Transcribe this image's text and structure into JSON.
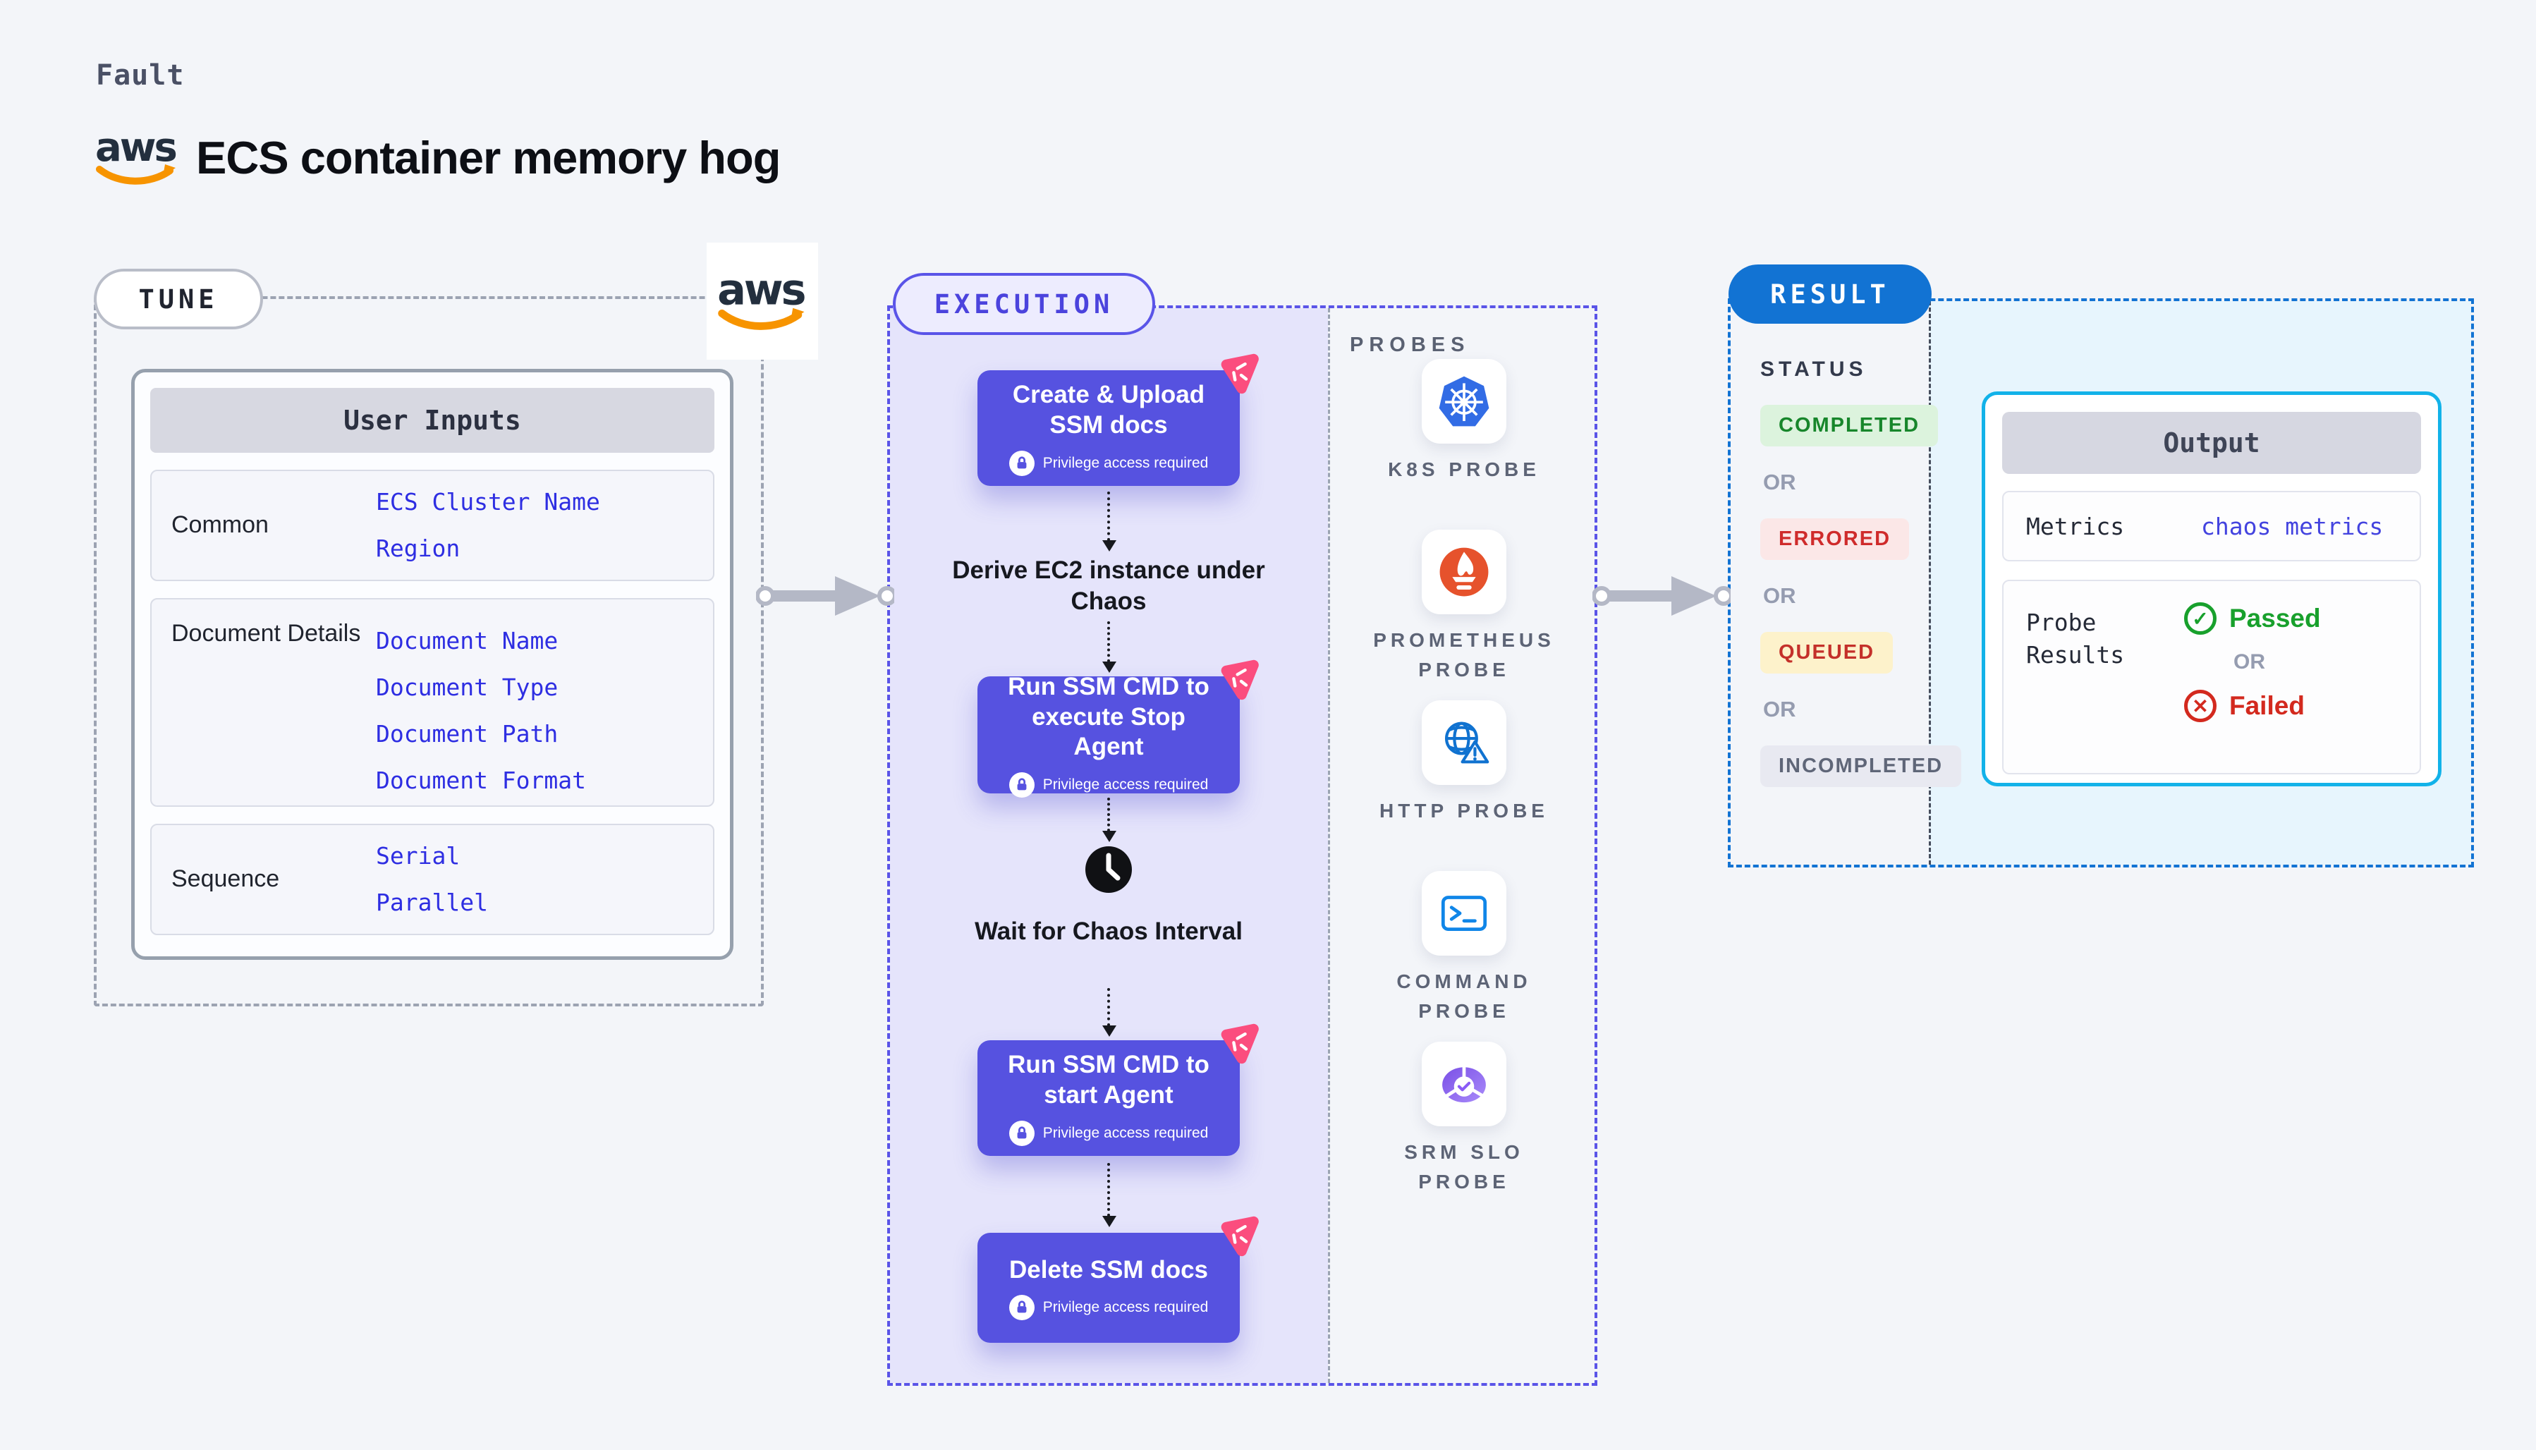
{
  "header": {
    "eyebrow": "Fault",
    "title": "ECS container memory hog",
    "aws_wordmark": "aws"
  },
  "tune": {
    "pill_label": "TUNE",
    "user_inputs": {
      "header": "User Inputs",
      "groups": [
        {
          "label": "Common",
          "values": [
            "ECS Cluster Name",
            "Region"
          ]
        },
        {
          "label": "Document Details",
          "values": [
            "Document Name",
            "Document Type",
            "Document Path",
            "Document Format"
          ]
        },
        {
          "label": "Sequence",
          "values": [
            "Serial",
            "Parallel"
          ]
        }
      ]
    }
  },
  "execution": {
    "pill_label": "EXECUTION",
    "probes_heading": "PROBES",
    "steps": [
      {
        "title": "Create & Upload SSM docs",
        "badge": "Privilege access required"
      },
      {
        "title": "Run SSM CMD to execute Stop Agent",
        "badge": "Privilege access required"
      },
      {
        "title": "Run SSM CMD to start Agent",
        "badge": "Privilege access required"
      },
      {
        "title": "Delete SSM docs",
        "badge": "Privilege access required"
      }
    ],
    "annotations": [
      "Derive EC2 instance under Chaos",
      "Wait for Chaos Interval"
    ],
    "probes": [
      {
        "label": "K8S PROBE",
        "icon": "kubernetes-icon"
      },
      {
        "label": "PROMETHEUS PROBE",
        "icon": "prometheus-icon"
      },
      {
        "label": "HTTP PROBE",
        "icon": "http-globe-warning-icon"
      },
      {
        "label": "COMMAND PROBE",
        "icon": "command-terminal-icon"
      },
      {
        "label": "SRM SLO PROBE",
        "icon": "srm-slo-gauge-icon"
      }
    ]
  },
  "result": {
    "pill_label": "RESULT",
    "status_heading": "STATUS",
    "or_label": "OR",
    "statuses": [
      {
        "label": "COMPLETED",
        "bg": "#dcf3dd",
        "color": "#17862b"
      },
      {
        "label": "ERRORED",
        "bg": "#fbe7e7",
        "color": "#cf2b2b"
      },
      {
        "label": "QUEUED",
        "bg": "#fdf2cb",
        "color": "#c4302a"
      },
      {
        "label": "INCOMPLETED",
        "bg": "#e8e9f1",
        "color": "#5f6678"
      }
    ],
    "output": {
      "header": "Output",
      "metrics_label": "Metrics",
      "metrics_value": "chaos metrics",
      "probe_results_label": "Probe Results",
      "passed_label": "Passed",
      "failed_label": "Failed"
    }
  },
  "colors": {
    "page_bg": "#f3f5f9",
    "indigo_accent": "#5a54e8",
    "step_blue": "#5652e0",
    "lavender_lane": "#e5e4fb",
    "result_blue": "#1273d3",
    "result_panel": "#e7f5fd",
    "output_border": "#12b2e9",
    "input_value_blue": "#2e2ee2",
    "chaos_pink": "#fb4d7e",
    "aws_orange": "#f79400",
    "arrow_gray": "#b4b8c6",
    "passed_green": "#18a02c",
    "failed_red": "#d3291e"
  }
}
